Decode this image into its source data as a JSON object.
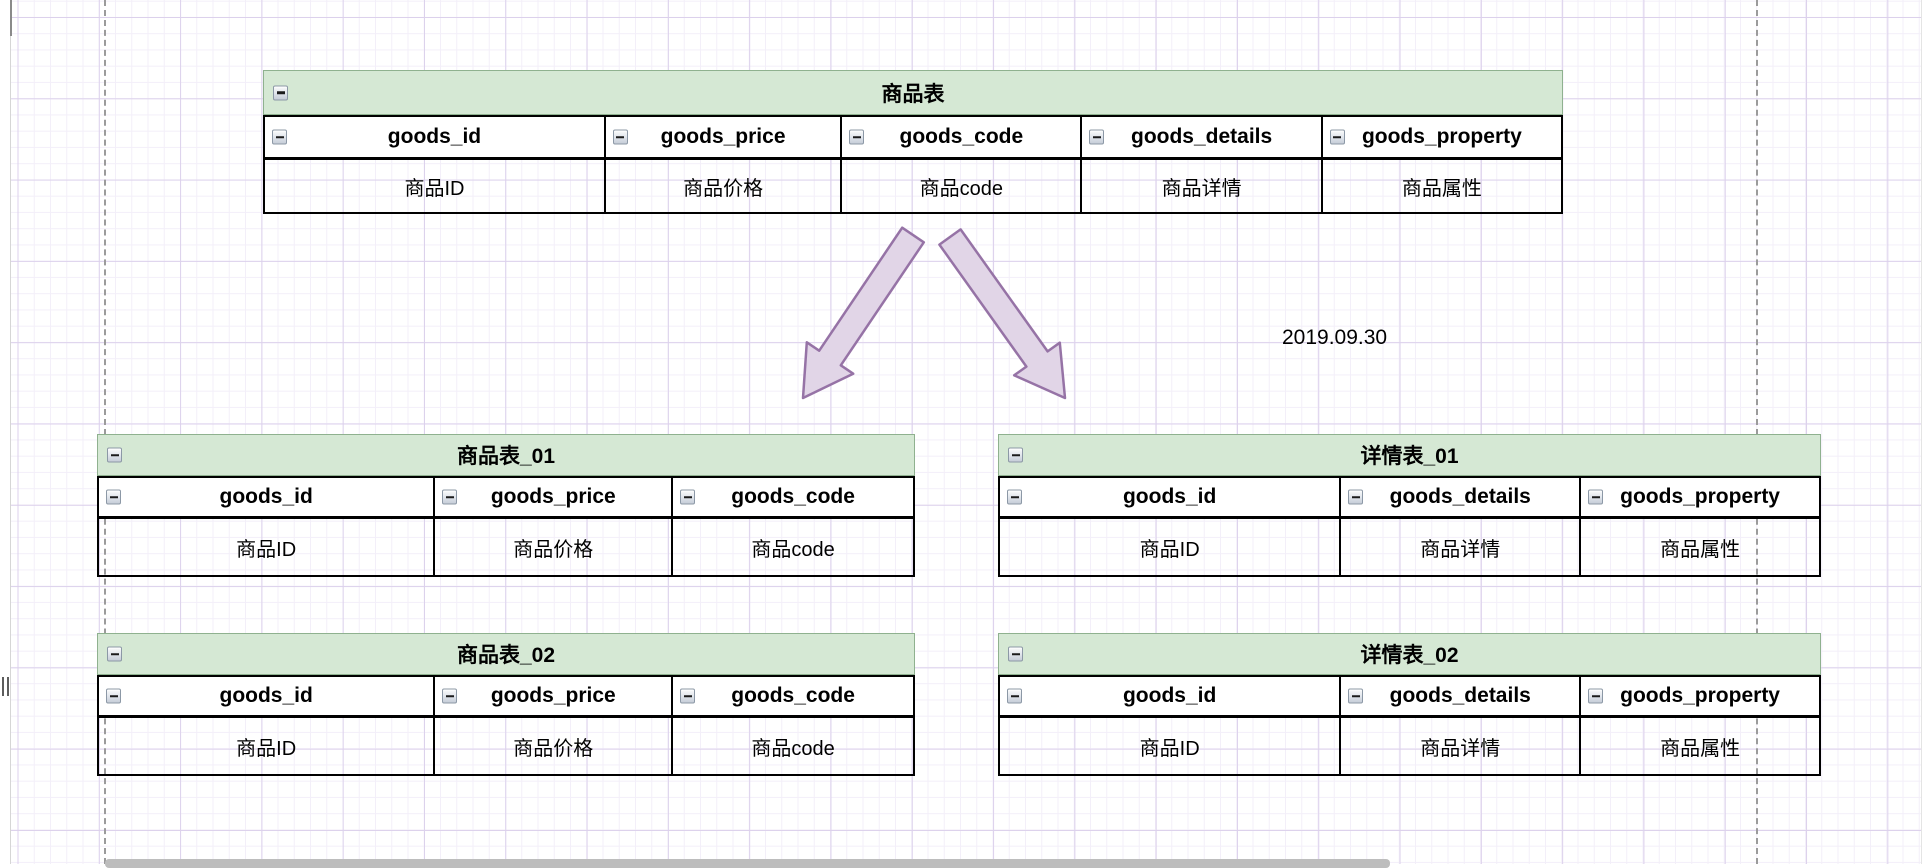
{
  "canvas": {
    "date_label": "2019.09.30",
    "grid_minor_color": "#f3eff9",
    "grid_major_color": "#dcd1ec",
    "guide_color": "#9b9b9b",
    "table_header_fill": "#d5e8d4",
    "table_header_stroke": "#8fb18f",
    "arrow_fill": "#e1d5e7",
    "arrow_stroke": "#9673a6"
  },
  "icons": {
    "collapse": "minus"
  },
  "tables": [
    {
      "title": "商品表",
      "columns": [
        {
          "name": "goods_id",
          "label": "商品ID"
        },
        {
          "name": "goods_price",
          "label": "商品价格"
        },
        {
          "name": "goods_code",
          "label": "商品code"
        },
        {
          "name": "goods_details",
          "label": "商品详情"
        },
        {
          "name": "goods_property",
          "label": "商品属性"
        }
      ]
    },
    {
      "title": "商品表_01",
      "columns": [
        {
          "name": "goods_id",
          "label": "商品ID"
        },
        {
          "name": "goods_price",
          "label": "商品价格"
        },
        {
          "name": "goods_code",
          "label": "商品code"
        }
      ]
    },
    {
      "title": "详情表_01",
      "columns": [
        {
          "name": "goods_id",
          "label": "商品ID"
        },
        {
          "name": "goods_details",
          "label": "商品详情"
        },
        {
          "name": "goods_property",
          "label": "商品属性"
        }
      ]
    },
    {
      "title": "商品表_02",
      "columns": [
        {
          "name": "goods_id",
          "label": "商品ID"
        },
        {
          "name": "goods_price",
          "label": "商品价格"
        },
        {
          "name": "goods_code",
          "label": "商品code"
        }
      ]
    },
    {
      "title": "详情表_02",
      "columns": [
        {
          "name": "goods_id",
          "label": "商品ID"
        },
        {
          "name": "goods_details",
          "label": "商品详情"
        },
        {
          "name": "goods_property",
          "label": "商品属性"
        }
      ]
    }
  ]
}
